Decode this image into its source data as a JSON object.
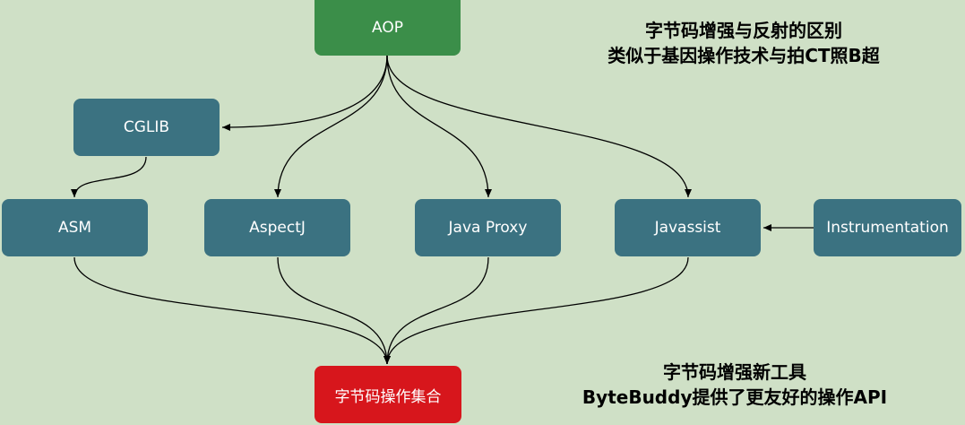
{
  "colors": {
    "background": "#cfe0c6",
    "node_blue": "#3b7281",
    "node_green": "#3b8e49",
    "node_red": "#d7161c",
    "edge": "#000000",
    "text": "#ffffff"
  },
  "nodes": {
    "aop": {
      "label": "AOP"
    },
    "cglib": {
      "label": "CGLIB"
    },
    "asm": {
      "label": "ASM"
    },
    "aspectj": {
      "label": "AspectJ"
    },
    "java_proxy": {
      "label": "Java Proxy"
    },
    "javassist": {
      "label": "Javassist"
    },
    "instrumentation": {
      "label": "Instrumentation"
    },
    "bytecode_set": {
      "label": "字节码操作集合"
    }
  },
  "notes": {
    "top_line1": "字节码增强与反射的区别",
    "top_line2": "类似于基因操作技术与拍CT照B超",
    "bottom_line1": "字节码增强新工具",
    "bottom_line2": "ByteBuddy提供了更友好的操作API"
  }
}
